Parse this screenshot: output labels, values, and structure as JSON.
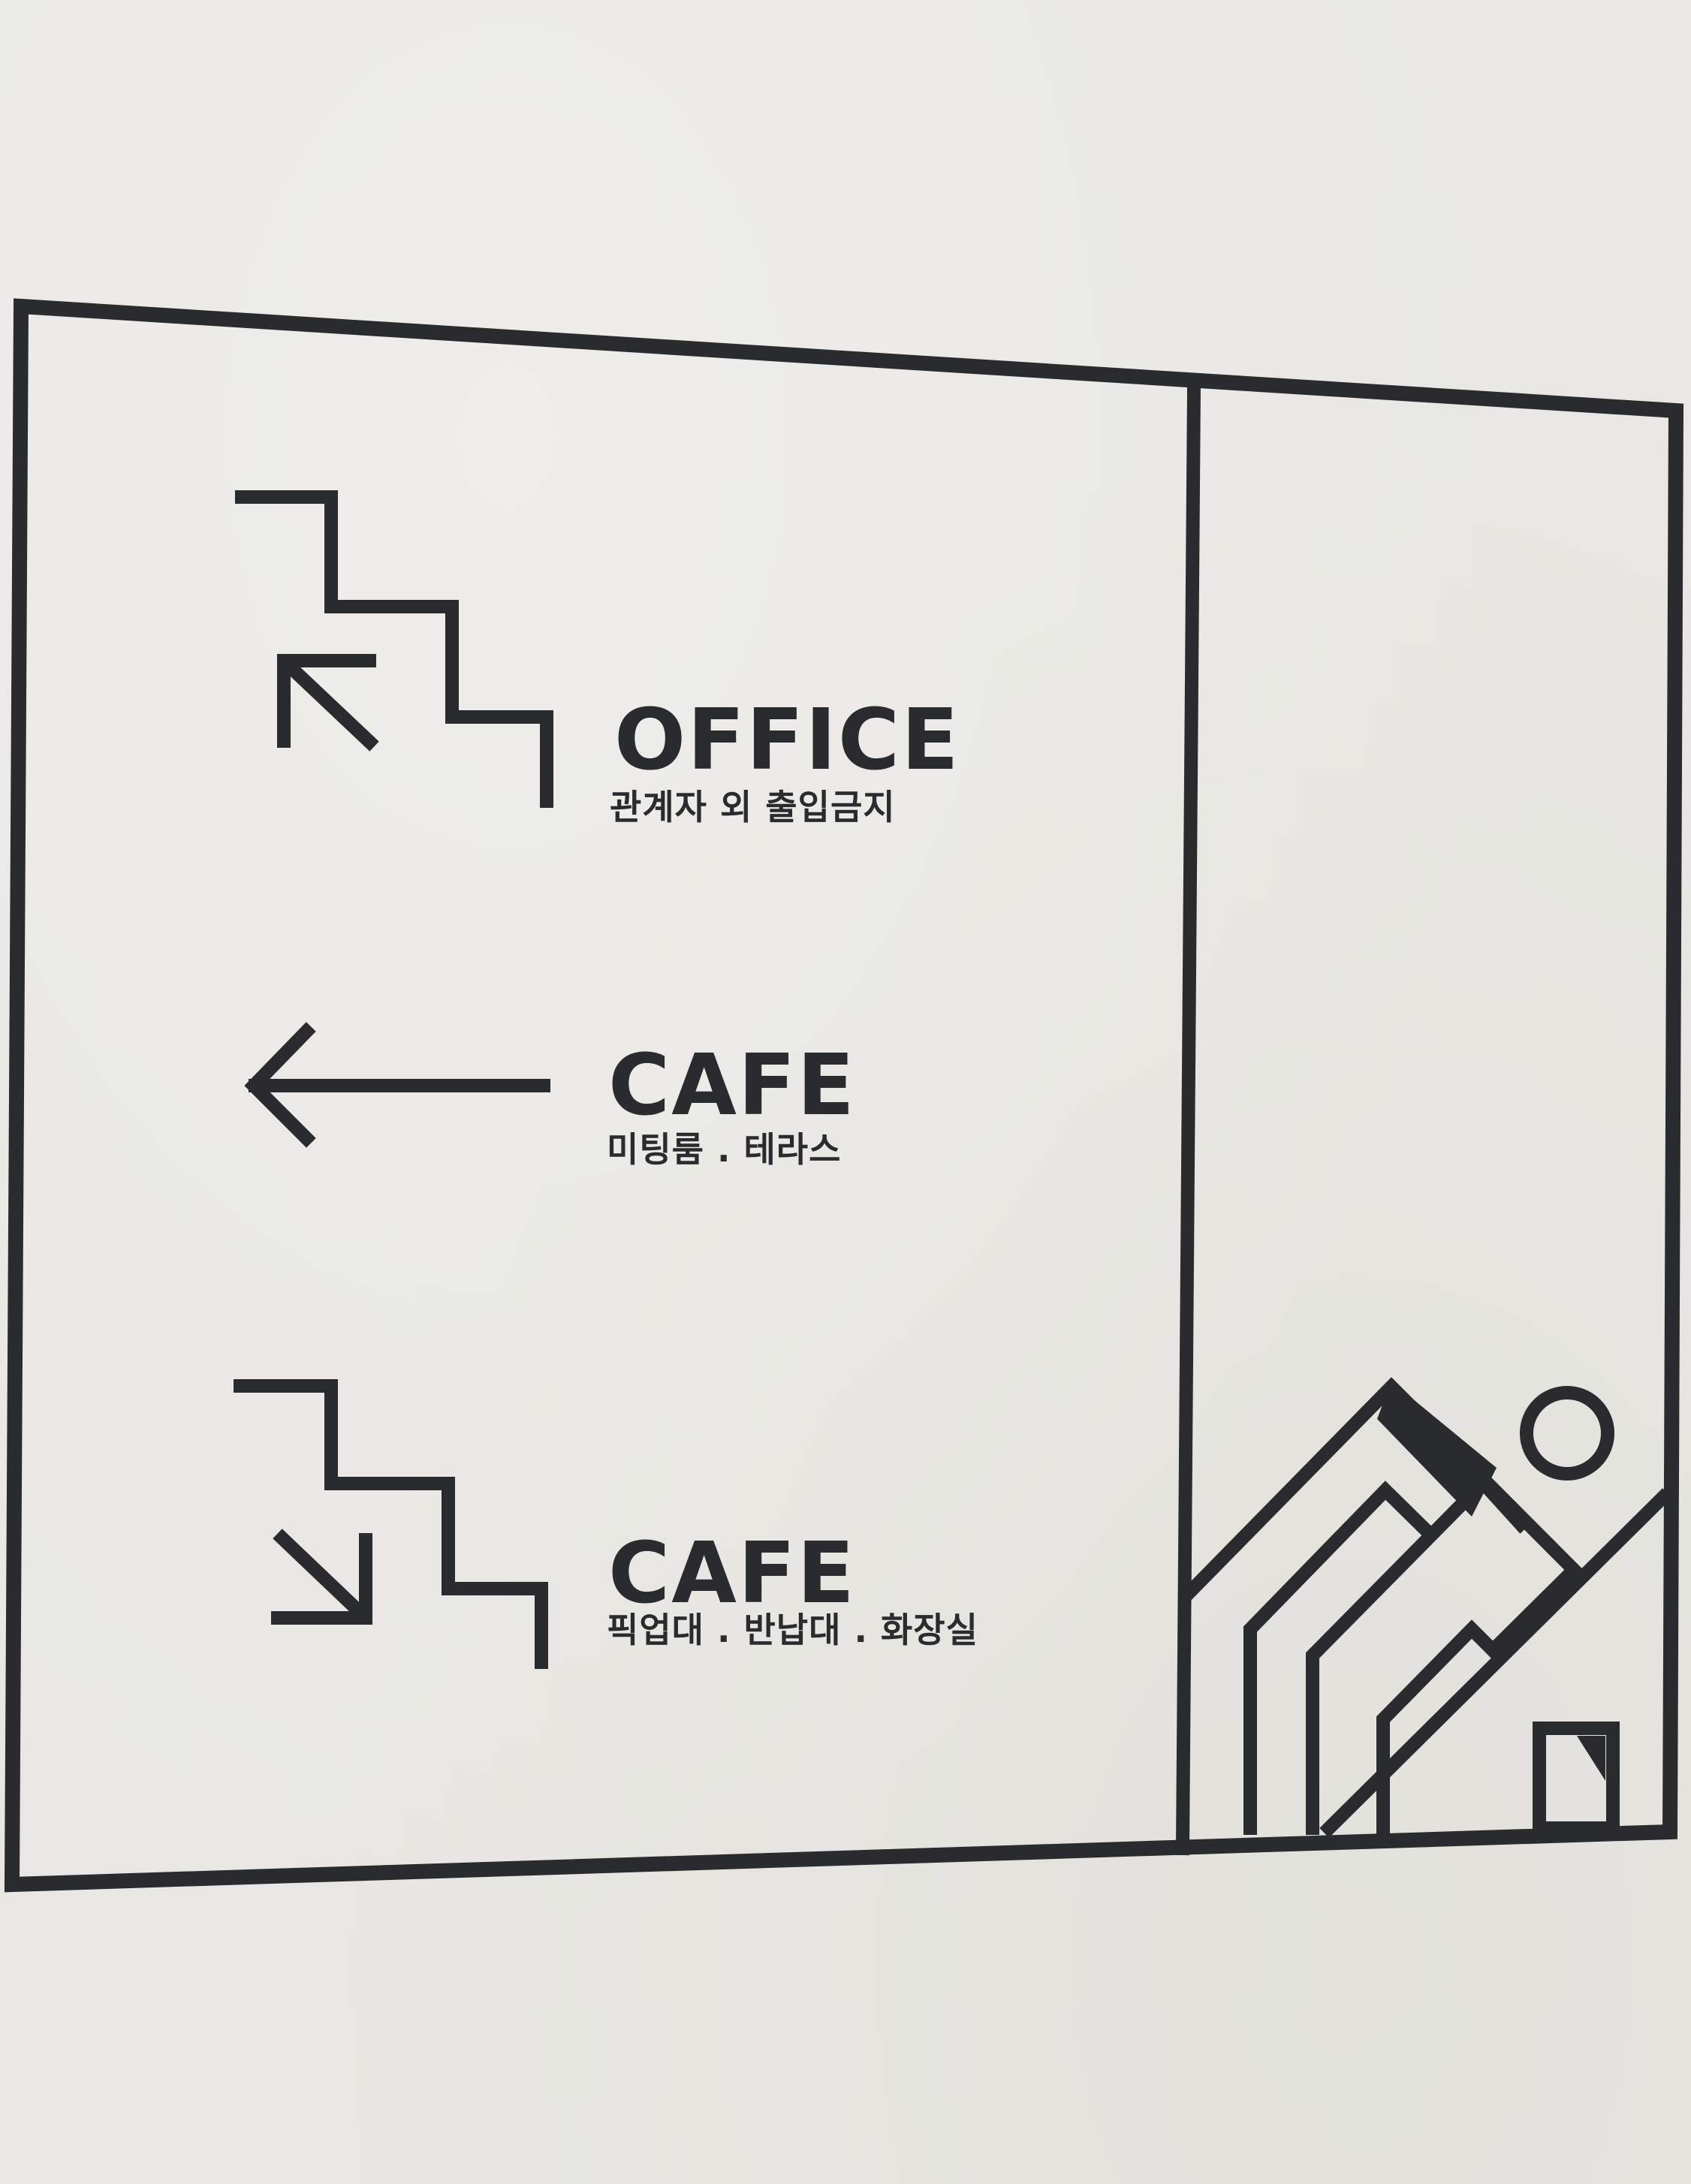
{
  "colors": {
    "wall": "#e8e7e3",
    "sign": "#2a2b2e"
  },
  "directions": [
    {
      "title": "OFFICE",
      "subtitle": "관계자 외 출입금지",
      "icon": "stairs-up-arrow-icon"
    },
    {
      "title": "CAFE",
      "subtitle": "미팅룸 . 테라스",
      "icon": "arrow-left-icon"
    },
    {
      "title": "CAFE",
      "subtitle": "픽업대 . 반납대 . 화장실",
      "icon": "stairs-down-arrow-icon"
    }
  ],
  "decoration": {
    "icon": "mountain-sun-house-icon"
  }
}
